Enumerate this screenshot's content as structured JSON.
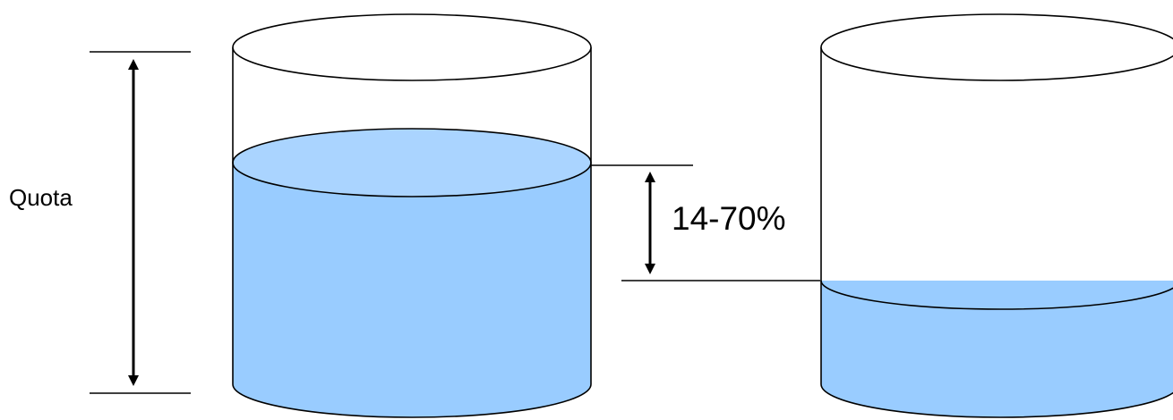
{
  "labels": {
    "quota": "Quota",
    "range": "14-70%"
  },
  "containers": [
    {
      "id": "left",
      "fill_level": 0.7
    },
    {
      "id": "right",
      "fill_level": 0.3
    }
  ],
  "colors": {
    "liquid_body": "#99CCFF",
    "liquid_surface": "#AAD4FF",
    "outline": "#000000",
    "background": "#FFFFFF"
  }
}
